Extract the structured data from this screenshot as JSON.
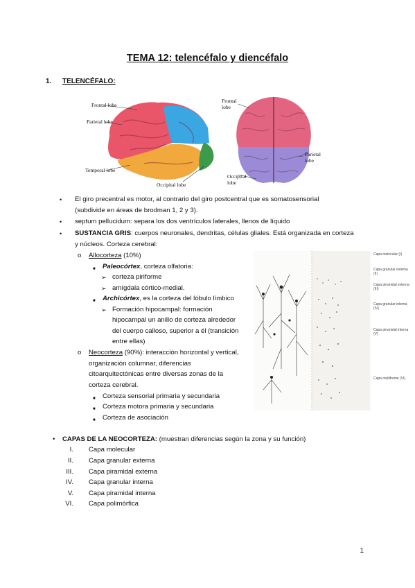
{
  "title": "TEMA 12: telencéfalo y diencéfalo",
  "section1": {
    "number": "1.",
    "label": "TELENCÉFALO:"
  },
  "brain_labels": {
    "frontal_lobe": "Frontal lobe",
    "parietal_lobe": "Parietal lobe",
    "temporal_lobe": "Temporal lobe",
    "occipital_lobe": "Occipital lobe",
    "top_frontal_1": "Frontal",
    "top_frontal_2": "lobe",
    "top_parietal_1": "Parietal",
    "top_parietal_2": "lobe",
    "top_occipital_1": "Occipital",
    "top_occipital_2": "lobe"
  },
  "bullets": {
    "b1_line1": "El giro precentral es motor, al contrario del giro postcentral que es somatosensorial",
    "b1_line2": "(subdivide en áreas de brodman 1, 2 y 3).",
    "b2": "septum pellucidum: separa los dos ventrículos laterales, llenos de líquido",
    "b3_bold": "SUSTANCIA GRIS",
    "b3_rest": ": cuerpos neuronales, dendritas, células gliales. Está organizada en corteza",
    "b3_line2": "y núcleos. Corteza cerebral:"
  },
  "allo": {
    "label": "Allocorteza",
    "rest": " (10%)",
    "paleo_label": "Paleocórtex",
    "paleo_rest": ", corteza olfatoria:",
    "paleo_items": [
      "corteza piriforme",
      "amígdala córtico-medial."
    ],
    "archi_label": "Archicórtex",
    "archi_rest": ", es la corteza del lóbulo límbico",
    "archi_item_lines": [
      "Formación hipocampal: formación",
      "hipocampal un anillo de corteza alrededor",
      "del cuerpo calloso, superior a él (transición",
      "entre ellas)"
    ]
  },
  "neo": {
    "label": "Neocorteza",
    "lines": [
      " (90%): interacción horizontal y vertical,",
      "organización columnar, diferencias",
      "citoarquitectónicas entre diversas zonas de la",
      "corteza cerebral."
    ],
    "items": [
      "Corteza sensorial primaria y secundaria",
      "Corteza motora primaria y secundaria",
      "Corteza de asociación"
    ]
  },
  "cortex_labels": [
    "Capa molecular (I)",
    "Capa granular externa (II)",
    "Capa piramidal externa (III)",
    "Capa granular interna (IV)",
    "Capa piramidal interna (V)",
    "Capa multiforme (VI)"
  ],
  "layers_section": {
    "bold": "CAPAS DE LA NEOCORTEZA:",
    "rest": " (muestran diferencias según la zona y su función)",
    "numerals": [
      "I.",
      "II.",
      "III.",
      "IV.",
      "V.",
      "VI."
    ],
    "items": [
      "Capa molecular",
      "Capa granular externa",
      "Capa piramidal externa",
      "Capa granular interna",
      "Capa piramidal interna",
      "Capa polimórfica"
    ]
  },
  "page_number": "1"
}
